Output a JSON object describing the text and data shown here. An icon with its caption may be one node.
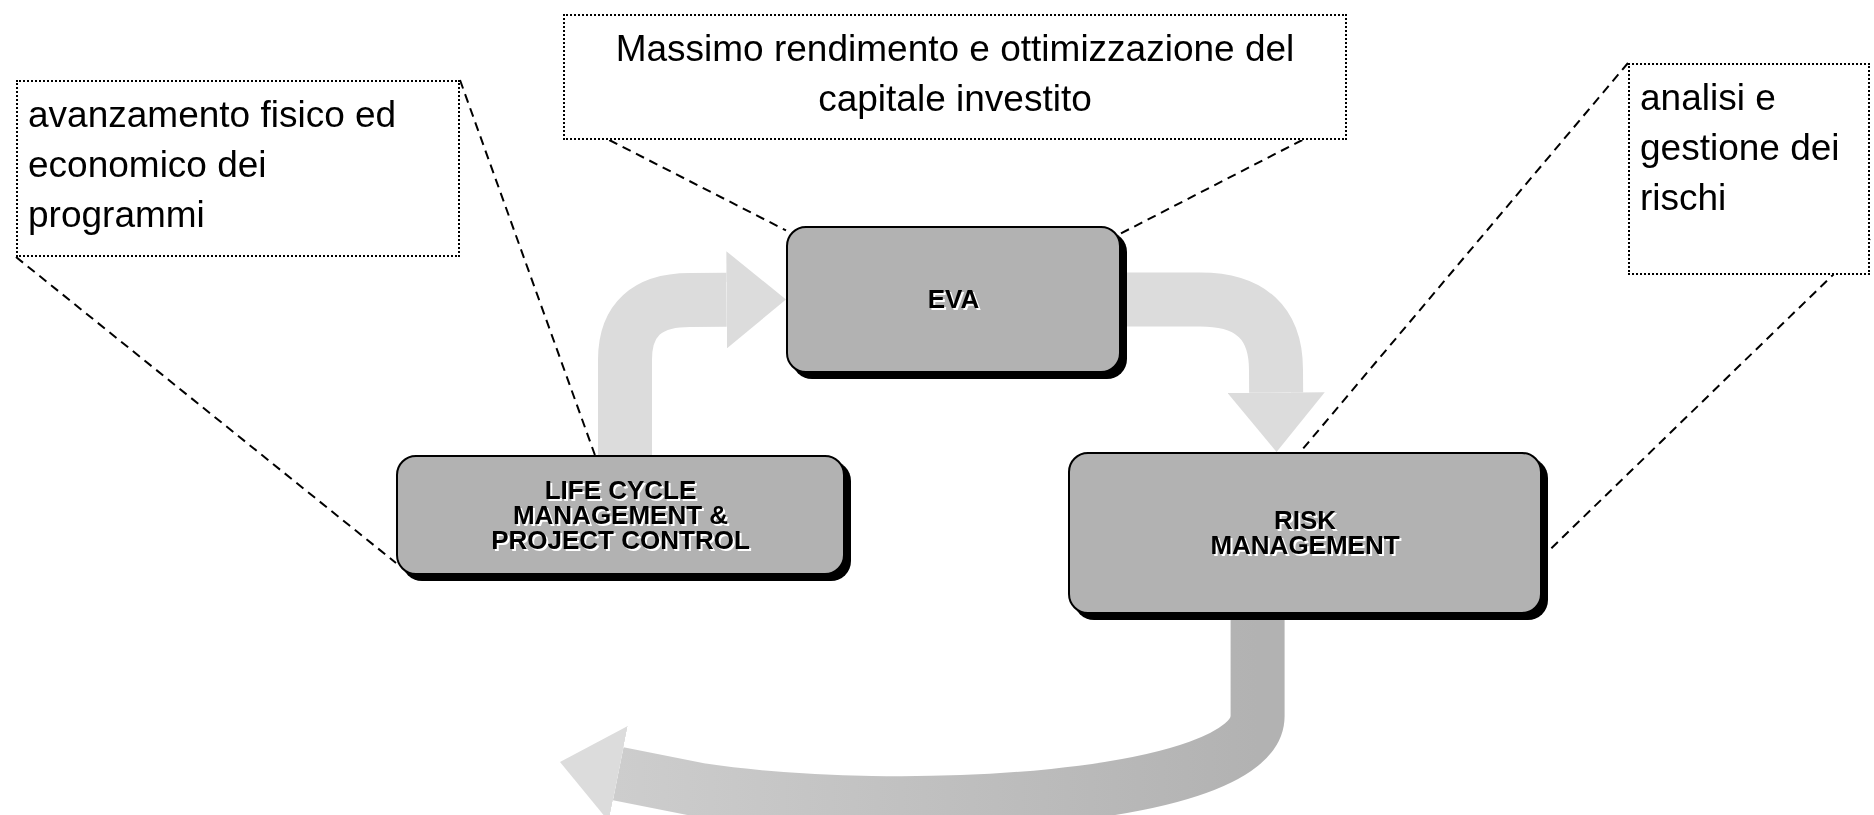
{
  "diagram": {
    "nodes": [
      {
        "text": [
          "avanzamento fisico ed economico dei programmi"
        ]
      },
      {
        "text": [
          "Massimo rendimento e ottimizzazione del capitale investito"
        ]
      },
      {
        "text": [
          "analisi e gestione dei rischi"
        ]
      },
      {
        "text": [
          "EVA"
        ]
      },
      {
        "text": [
          "LIFE CYCLE MANAGEMENT & PROJECT CONTROL"
        ]
      },
      {
        "text": [
          "RISK MANAGEMENT"
        ]
      }
    ],
    "edges": [
      {
        "from": 0,
        "to": 4,
        "arrow": "none",
        "style": "dashed"
      },
      {
        "from": 0,
        "to": 4,
        "arrow": "none",
        "style": "dashed"
      },
      {
        "from": 1,
        "to": 3,
        "arrow": "none",
        "style": "dashed"
      },
      {
        "from": 1,
        "to": 3,
        "arrow": "none",
        "style": "dashed"
      },
      {
        "from": 2,
        "to": 5,
        "arrow": "none",
        "style": "dashed"
      },
      {
        "from": 2,
        "to": 5,
        "arrow": "none",
        "style": "dashed"
      },
      {
        "from": 4,
        "to": 3,
        "arrow": "to",
        "style": "thick",
        "color": "#dcdcdc"
      },
      {
        "from": 3,
        "to": 5,
        "arrow": "to",
        "style": "thick",
        "color": "#dcdcdc"
      },
      {
        "from": 5,
        "to": 4,
        "arrow": "to",
        "style": "thick",
        "color": "#b2b2b2"
      }
    ]
  }
}
